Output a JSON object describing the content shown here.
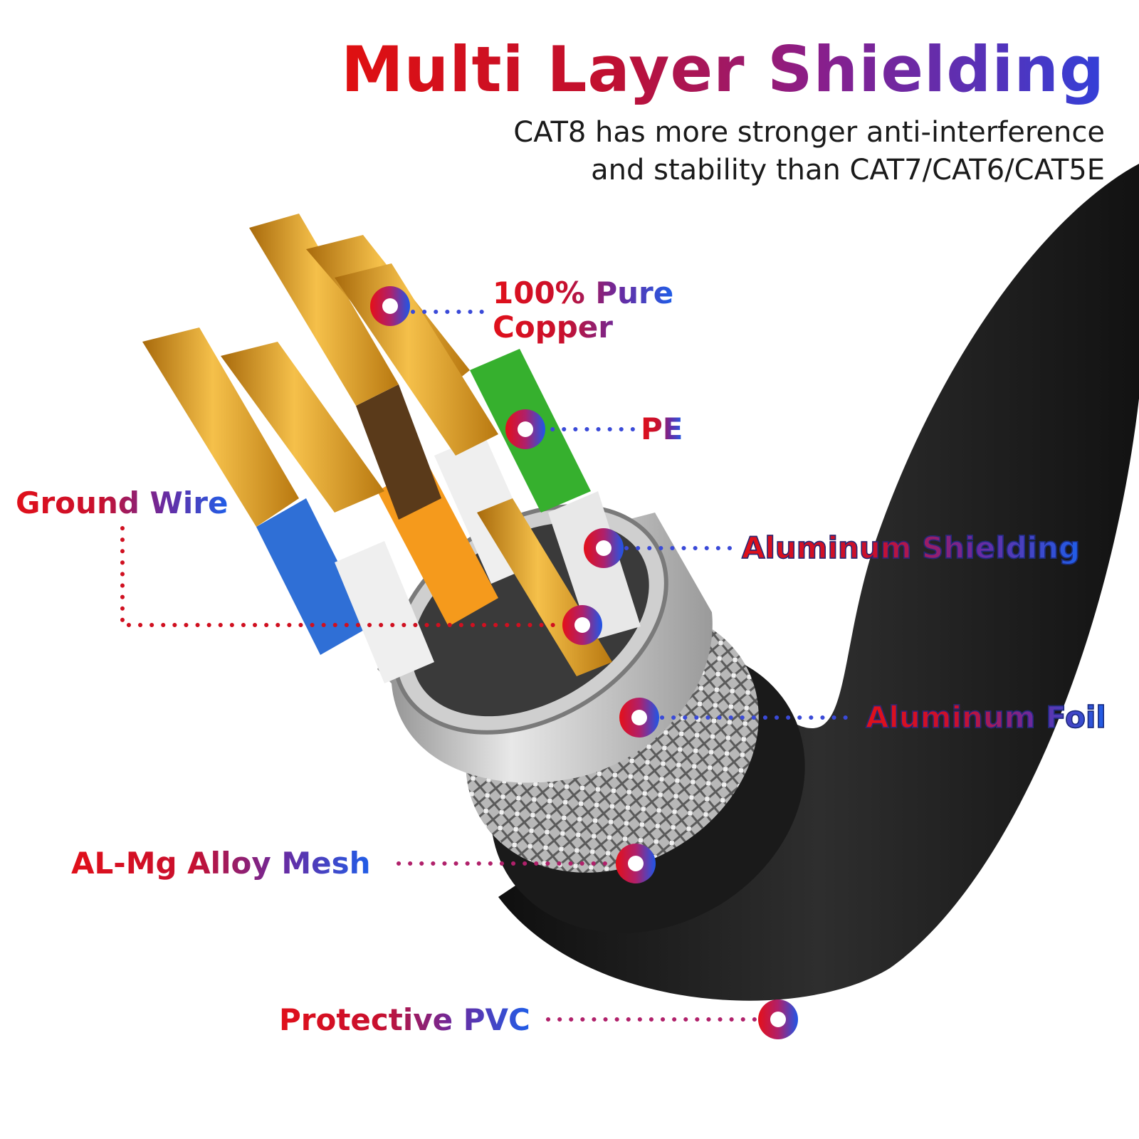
{
  "title": "Multi Layer Shielding",
  "subtitle_lines": [
    "CAT8 has more stronger anti-interference",
    "and stability than CAT7/CAT6/CAT5E"
  ],
  "labels": {
    "copper": [
      "100% Pure",
      "Copper"
    ],
    "pe": "PE",
    "ground_wire": "Ground Wire",
    "aluminum_shielding": "Aluminum Shielding",
    "aluminum_foil": "Aluminum Foil",
    "alloy_mesh": "AL-Mg Alloy Mesh",
    "protective_pvc": "Protective PVC"
  },
  "colors": {
    "label_red": "#e0101a",
    "label_blue": "#1f5ee8",
    "jacket": "#1c1c1c",
    "copper": "#d99a1f",
    "wire_blue": "#2f6fd6",
    "wire_orange": "#f59a1c",
    "wire_green": "#36b02e",
    "wire_brown": "#5a3a1a",
    "wire_white": "#f2f2f2"
  }
}
